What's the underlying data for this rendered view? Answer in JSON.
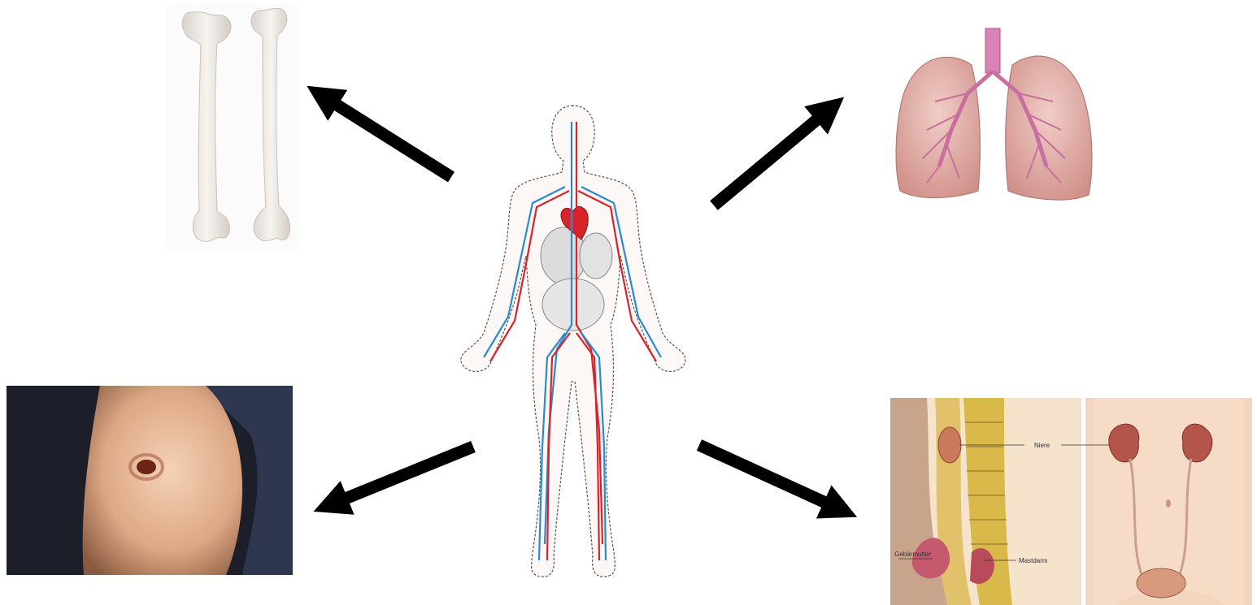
{
  "kidney_panel": {
    "labels": {
      "niere": "Niere",
      "gebaermutter": "Gebärmutter",
      "mastdarm": "Mastdarm"
    }
  },
  "colors": {
    "arrow": "#000000",
    "artery": "#d8232a",
    "vein": "#2a8ad0",
    "bone": "#efeae4",
    "lung": "#e5b2ac",
    "trachea": "#c96fa0",
    "skin": "#e8b99a",
    "kidney": "#b4554a"
  },
  "icons": [
    "bone-pair-image",
    "circulatory-body-image",
    "lungs-image",
    "wounded-knee-image",
    "urinary-system-image",
    "arrow-icon"
  ]
}
